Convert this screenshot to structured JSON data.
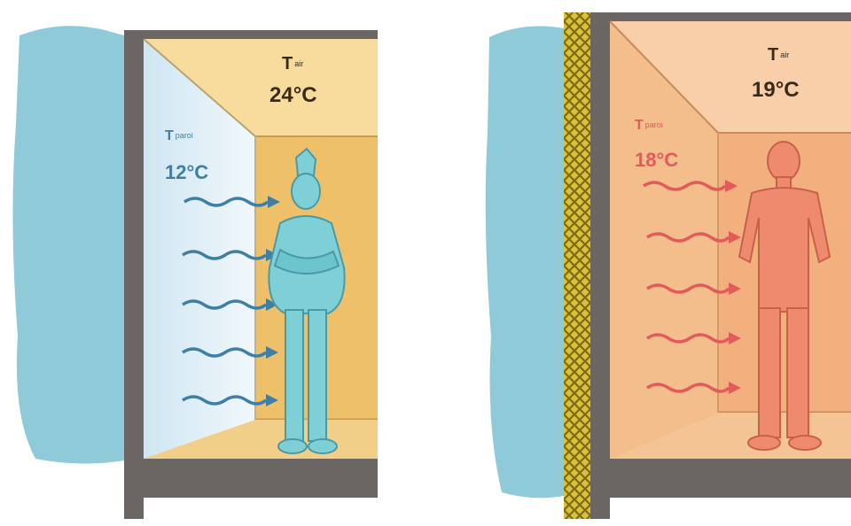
{
  "scenes": [
    {
      "id": "cold-wall",
      "air": {
        "symbol": "T",
        "subscript": "air",
        "value": "24°C"
      },
      "wall": {
        "symbol": "T",
        "subscript": "paroi",
        "value": "12°C"
      },
      "colors": {
        "exterior": "#7fc3d2",
        "room": "#f2c978",
        "wall_surface": "#e3f1f8",
        "person": "#7fd0d6",
        "arrows": "#3f7fa6",
        "label_air": "#3a2a1a",
        "label_wall": "#3f7fa6"
      }
    },
    {
      "id": "insulated-wall",
      "air": {
        "symbol": "T",
        "subscript": "air",
        "value": "19°C"
      },
      "wall": {
        "symbol": "T",
        "subscript": "paroi",
        "value": "18°C"
      },
      "colors": {
        "exterior": "#7fc3d2",
        "insulation": "#d9c13a",
        "room": "#f3b27e",
        "person": "#ee8a6e",
        "arrows": "#e25a5a",
        "label_air": "#3a2a1a",
        "label_wall": "#e25a5a"
      }
    }
  ]
}
